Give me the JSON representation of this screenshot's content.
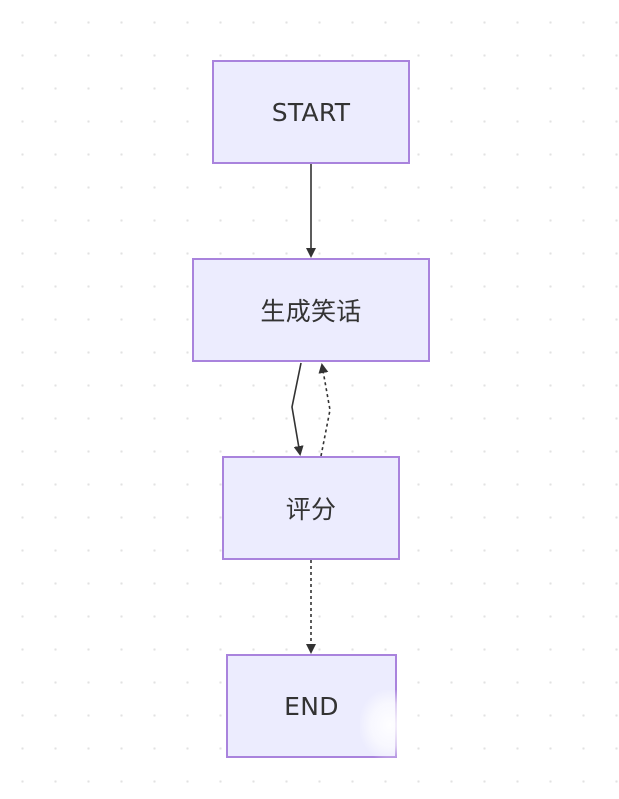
{
  "diagram": {
    "nodes": {
      "start": "START",
      "generate": "生成笑话",
      "score": "评分",
      "end": "END"
    },
    "edges": [
      {
        "from": "START",
        "to": "生成笑话",
        "style": "solid"
      },
      {
        "from": "生成笑话",
        "to": "评分",
        "style": "solid"
      },
      {
        "from": "评分",
        "to": "生成笑话",
        "style": "dashed"
      },
      {
        "from": "评分",
        "to": "END",
        "style": "dashed"
      }
    ],
    "colors": {
      "node_fill": "#ececfe",
      "node_border": "#a983dd",
      "edge": "#333333",
      "text": "#333333"
    }
  }
}
